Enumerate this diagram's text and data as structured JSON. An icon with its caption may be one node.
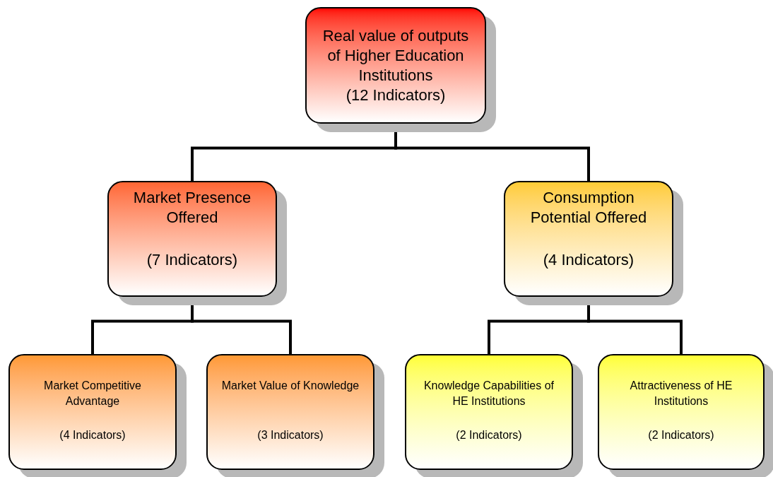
{
  "diagram": {
    "nodes": [
      {
        "text": [
          "Real value of outputs of Higher Education Institutions",
          "(12 Indicators)"
        ]
      },
      {
        "text": [
          "Market Presence Offered",
          "(7 Indicators)"
        ]
      },
      {
        "text": [
          "Consumption Potential Offered",
          "(4 Indicators)"
        ]
      },
      {
        "text": [
          "Market Competitive Advantage",
          "(4 Indicators)"
        ]
      },
      {
        "text": [
          "Market Value of Knowledge",
          "(3 Indicators)"
        ]
      },
      {
        "text": [
          "Knowledge Capabilities of HE Institutions",
          "(2 Indicators)"
        ]
      },
      {
        "text": [
          "Attractiveness of HE Institutions",
          "(2 Indicators)"
        ]
      }
    ],
    "edges": [
      {
        "from": 0,
        "to": 1,
        "arrow": "none"
      },
      {
        "from": 0,
        "to": 2,
        "arrow": "none"
      },
      {
        "from": 1,
        "to": 3,
        "arrow": "none"
      },
      {
        "from": 1,
        "to": 4,
        "arrow": "none"
      },
      {
        "from": 2,
        "to": 5,
        "arrow": "none"
      },
      {
        "from": 2,
        "to": 6,
        "arrow": "none"
      }
    ]
  }
}
